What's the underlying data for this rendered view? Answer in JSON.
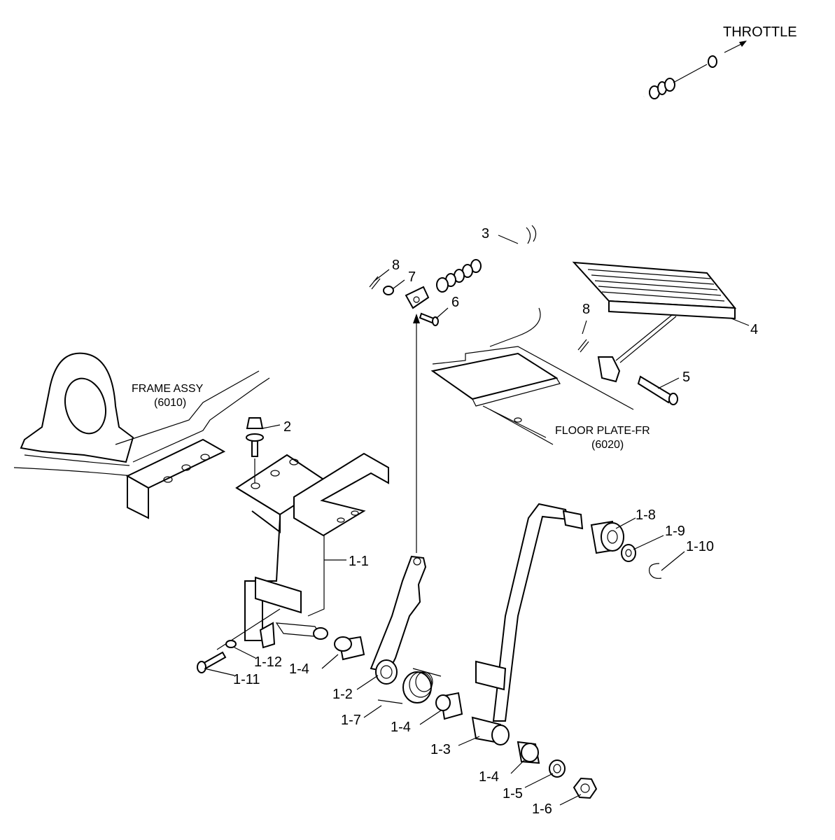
{
  "title": "",
  "references": {
    "throttle": "THROTTLE",
    "frame_assy": "FRAME ASSY",
    "frame_assy_code": "(6010)",
    "floor_plate": "FLOOR PLATE-FR",
    "floor_plate_code": "(6020)"
  },
  "callouts": {
    "c2": "2",
    "c3": "3",
    "c4": "4",
    "c5": "5",
    "c6": "6",
    "c7": "7",
    "c8a": "8",
    "c8b": "8",
    "c1_1": "1-1",
    "c1_2": "1-2",
    "c1_3": "1-3",
    "c1_4a": "1-4",
    "c1_4b": "1-4",
    "c1_4c": "1-4",
    "c1_5": "1-5",
    "c1_6": "1-6",
    "c1_7": "1-7",
    "c1_8": "1-8",
    "c1_9": "1-9",
    "c1_10": "1-10",
    "c1_11": "1-11",
    "c1_12": "1-12"
  }
}
